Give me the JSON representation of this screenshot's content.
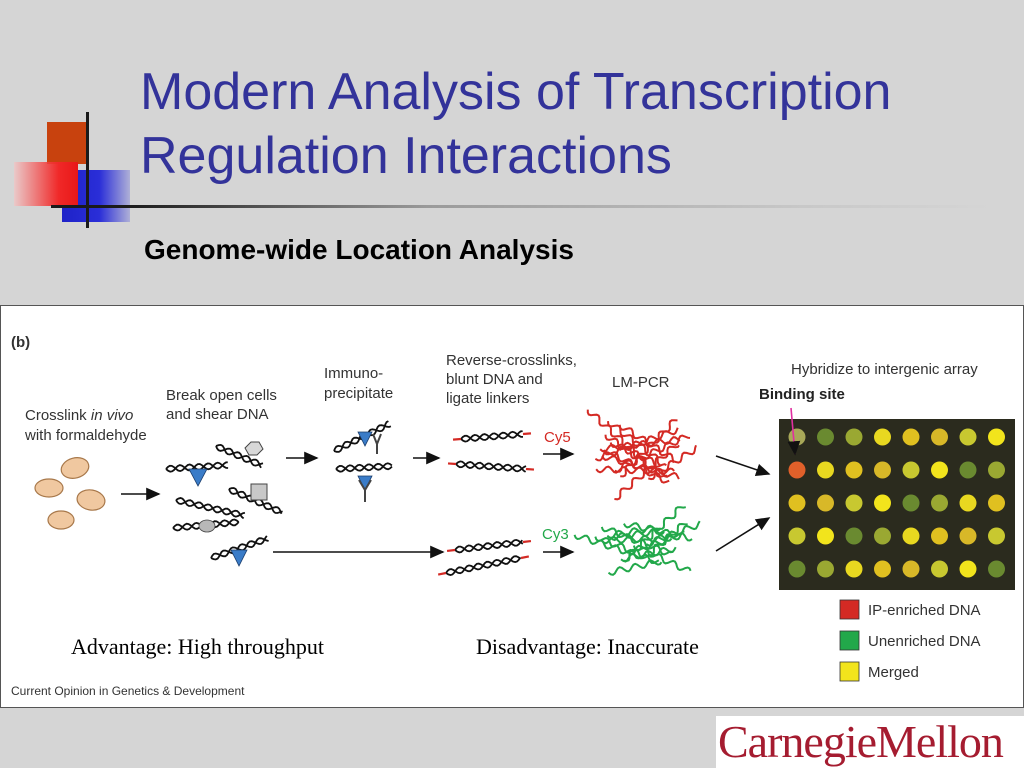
{
  "slide": {
    "title_line1": "Modern Analysis of Transcription",
    "title_line2": "Regulation Interactions",
    "subtitle": "Genome-wide Location Analysis"
  },
  "figure": {
    "panel_label": "(b)",
    "steps": {
      "crosslink_1": "Crosslink",
      "crosslink_italic": "in vivo",
      "crosslink_2": "with formaldehyde",
      "break_1": "Break open cells",
      "break_2": "and shear DNA",
      "immuno_1": "Immuno-",
      "immuno_2": "precipitate",
      "reverse_1": "Reverse-crosslinks,",
      "reverse_2": "blunt DNA and",
      "reverse_3": "ligate linkers",
      "lmpcr": "LM-PCR",
      "hybridize": "Hybridize to intergenic array",
      "binding_site": "Binding site"
    },
    "dyes": {
      "cy5": "Cy5",
      "cy3": "Cy3"
    },
    "legend": [
      {
        "label": "IP-enriched DNA",
        "color": "#d42a24"
      },
      {
        "label": "Unenriched DNA",
        "color": "#22a84a"
      },
      {
        "label": "Merged",
        "color": "#f2e41c"
      }
    ],
    "advantage": "Advantage: High throughput",
    "disadvantage": "Disadvantage: Inaccurate",
    "source": "Current Opinion in Genetics & Development"
  },
  "logo": {
    "text": "CarnegieMellon",
    "color": "#a51c30"
  },
  "colors": {
    "title": "#33339a",
    "background": "#d5d5d5",
    "cy5": "#d42a24",
    "cy3": "#22a84a",
    "merged": "#f2e41c",
    "cells": "#f0c8a0",
    "protein": "#3a7cc8"
  }
}
